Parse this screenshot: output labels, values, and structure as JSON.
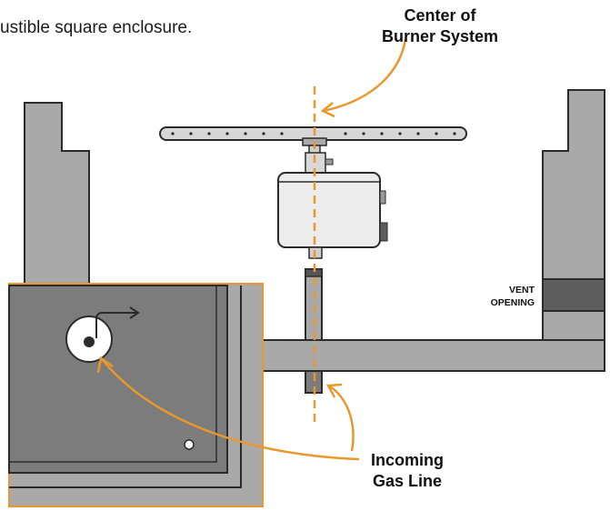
{
  "intro": {
    "text": "ustible square enclosure."
  },
  "labels": {
    "burner_center": [
      "Center of",
      "Burner System"
    ],
    "incoming_gas": [
      "Incoming",
      "Gas Line"
    ],
    "vent_opening": [
      "VENT",
      "OPENING"
    ]
  },
  "colors": {
    "accent": "#e8982f",
    "wall_fill": "#a9a9a9",
    "wall_stroke": "#2b2b2b",
    "detail_fill": "#7c7c7c",
    "valve_body": "#ececec",
    "vent_fill": "#5d5d5d"
  }
}
